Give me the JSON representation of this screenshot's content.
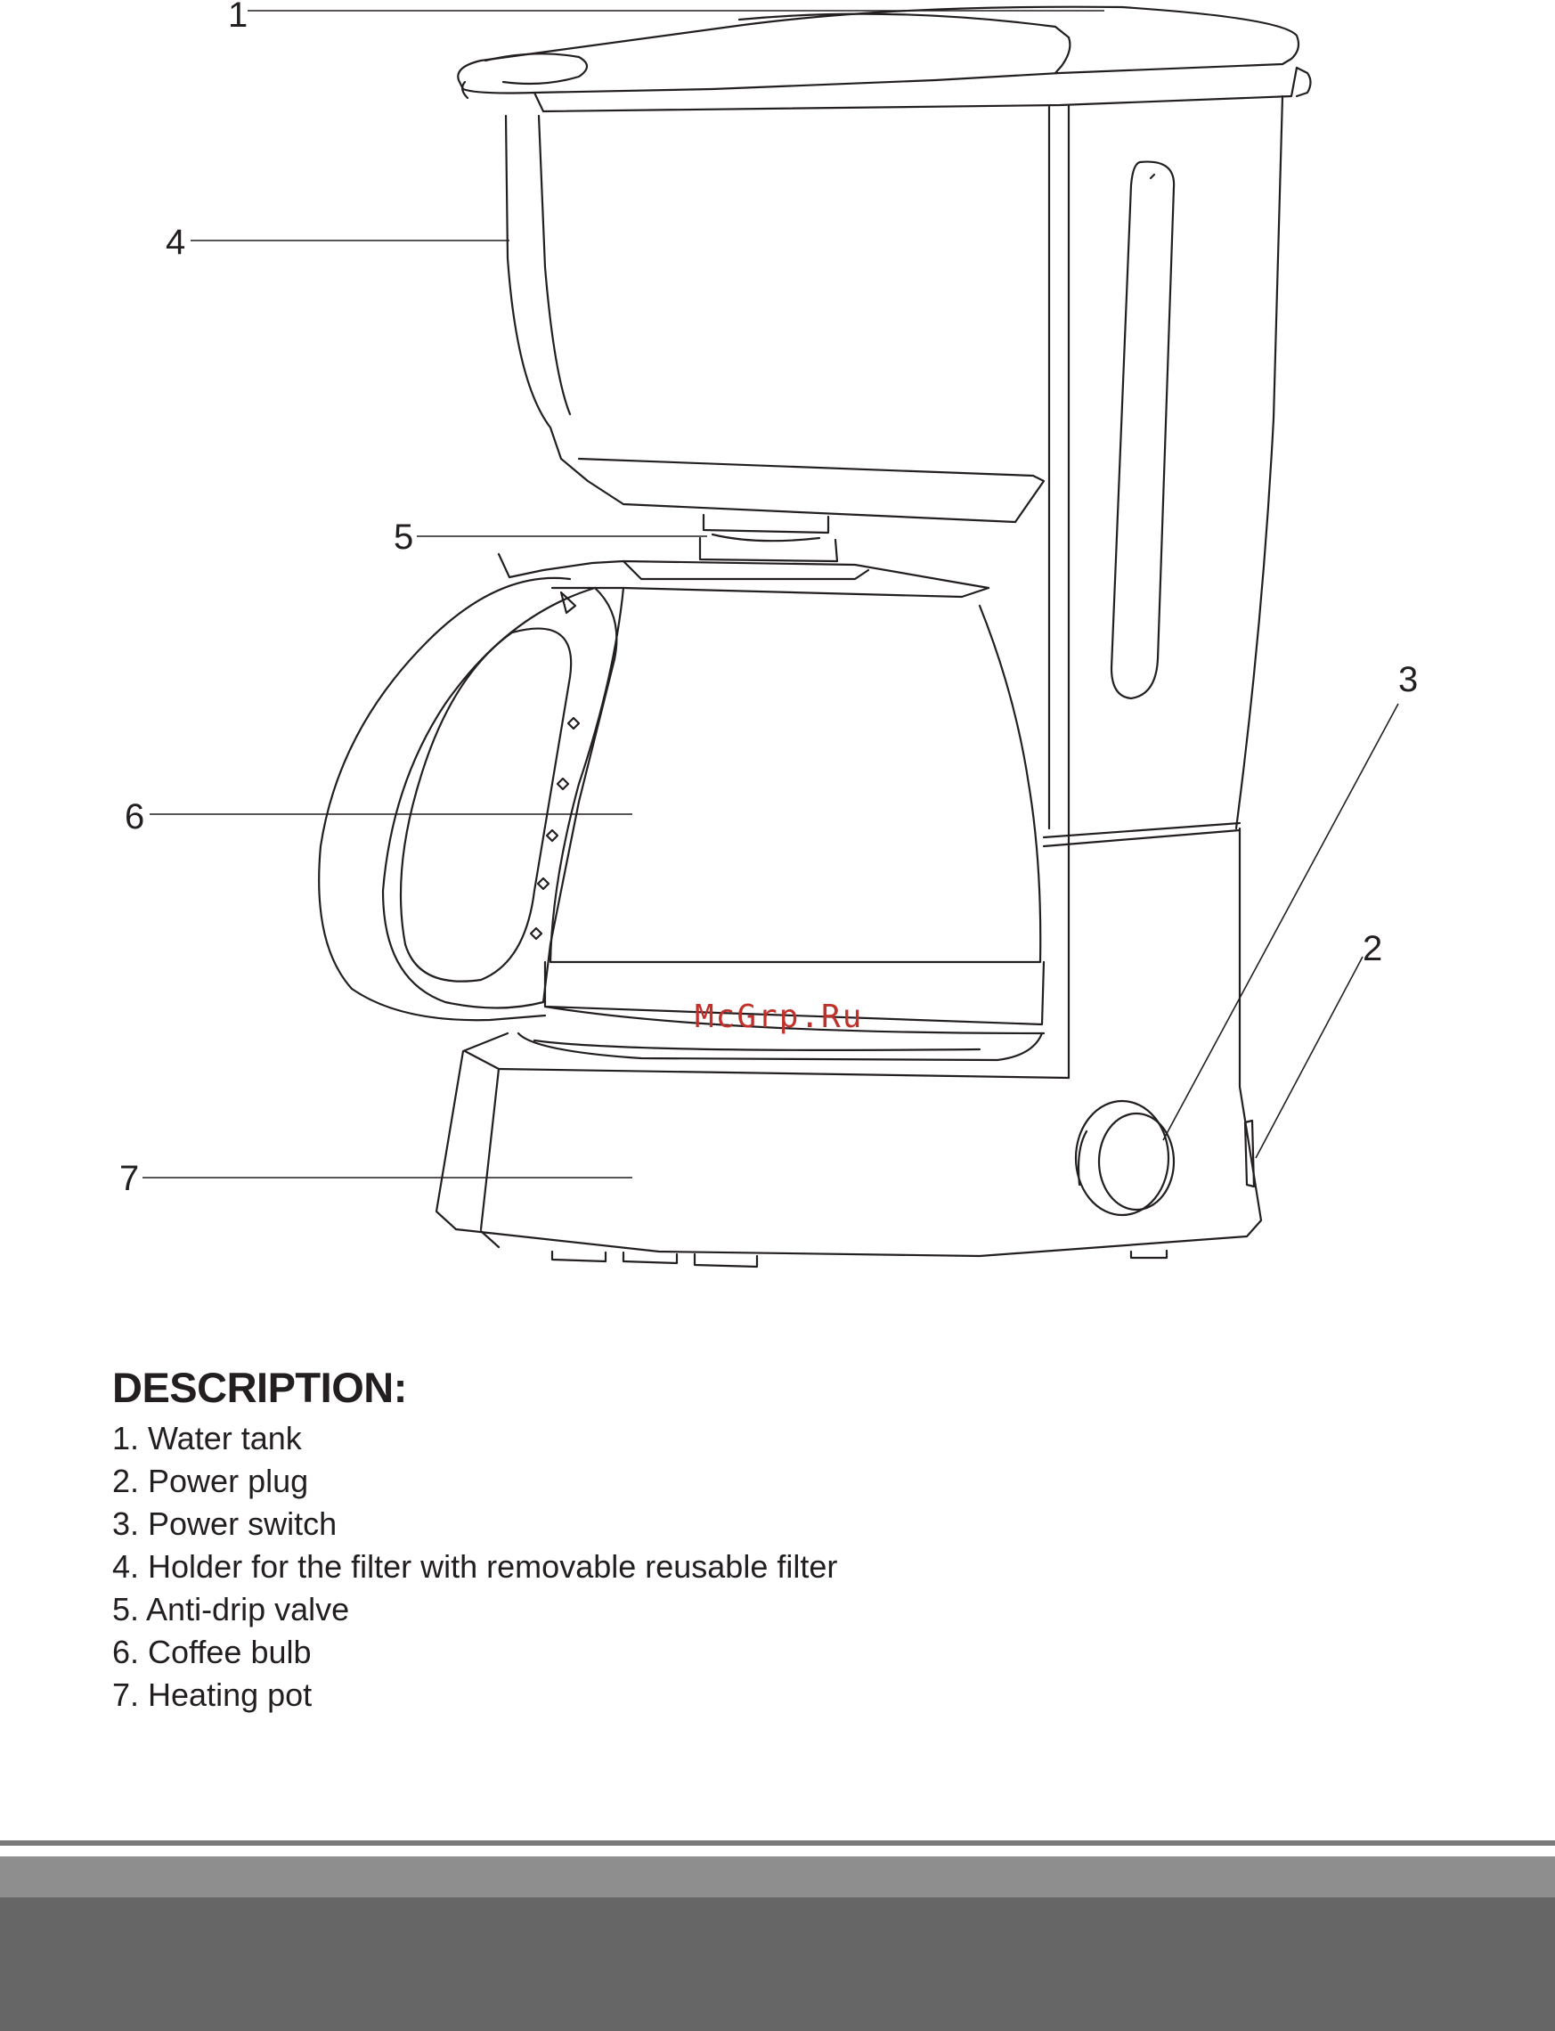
{
  "diagram": {
    "callouts": [
      "1",
      "4",
      "5",
      "6",
      "3",
      "2",
      "7"
    ],
    "watermark": "McGrp.Ru"
  },
  "description": {
    "title": "DESCRIPTION:",
    "items": [
      "1. Water tank",
      "2. Power plug",
      "3. Power switch",
      "4. Holder for the filter with removable reusable filter",
      "5. Anti-drip valve",
      "6. Coffee bulb",
      "7. Heating pot"
    ]
  },
  "colors": {
    "text": "#231f20",
    "watermark": "#c0312b",
    "footer_light": "#8e8e8e",
    "footer_dark": "#666666"
  }
}
